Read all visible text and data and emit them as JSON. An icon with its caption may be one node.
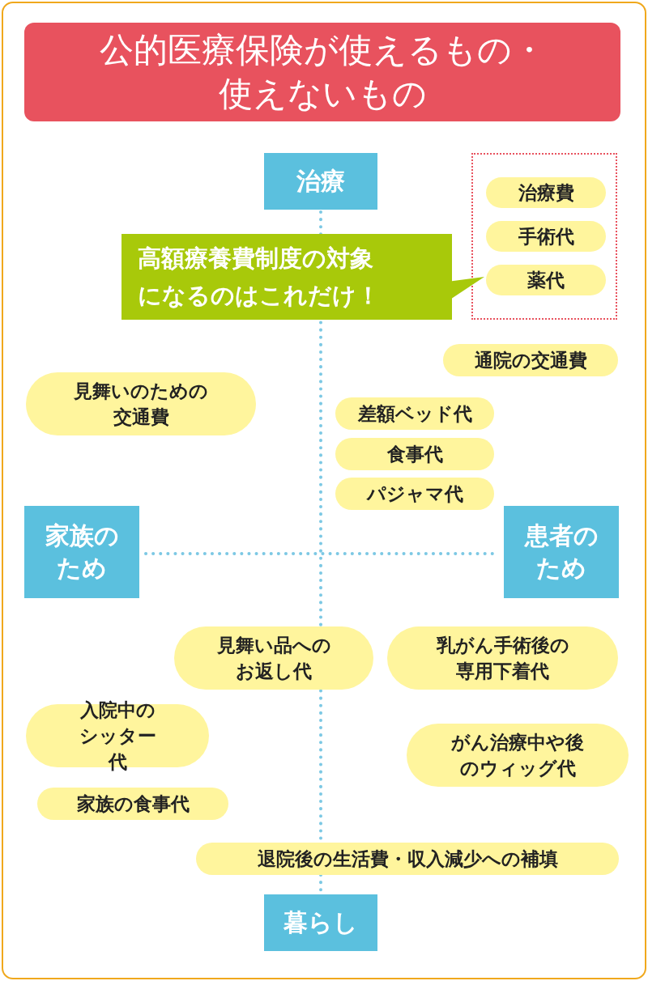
{
  "diagram": {
    "title": "公的医療保険が使えるもの・使えないもの",
    "nodes": [
      {
        "text": [
          "治療"
        ]
      },
      {
        "text": [],
        "shape": "box"
      },
      {
        "text": [
          "治療費"
        ],
        "in": 1
      },
      {
        "text": [
          "手術代"
        ],
        "in": 1
      },
      {
        "text": [
          "薬代"
        ],
        "in": 1
      },
      {
        "text": [
          "高額療養費制度の対象になるのはこれだけ！"
        ]
      },
      {
        "text": [
          "通院の交通費"
        ]
      },
      {
        "text": [
          "見舞いのための交通費"
        ]
      },
      {
        "text": [
          "差額ベッド代"
        ]
      },
      {
        "text": [
          "食事代"
        ]
      },
      {
        "text": [
          "パジャマ代"
        ]
      },
      {
        "text": [
          "家族のため"
        ]
      },
      {
        "text": [
          "患者のため"
        ]
      },
      {
        "text": [
          "見舞い品へのお返し代"
        ]
      },
      {
        "text": [
          "乳がん手術後の専用下着代"
        ]
      },
      {
        "text": [
          "入院中のシッター代"
        ]
      },
      {
        "text": [
          "がん治療中や後のウィッグ代"
        ]
      },
      {
        "text": [
          "家族の食事代"
        ]
      },
      {
        "text": [
          "退院後の生活費・収入減少への補填"
        ]
      },
      {
        "text": [
          "暮らし"
        ]
      }
    ]
  }
}
